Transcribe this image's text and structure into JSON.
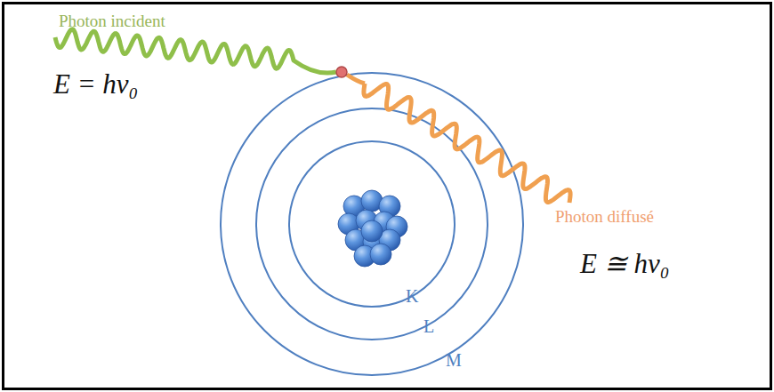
{
  "diagram": {
    "labels": [
      "Photon incident",
      "E = hν₀",
      "Photon diffusé",
      "E ≅ hν₀",
      "K",
      "L",
      "M"
    ]
  }
}
